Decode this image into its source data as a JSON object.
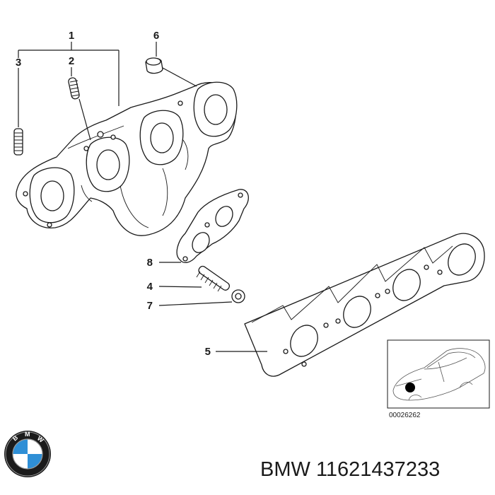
{
  "callouts": [
    "1",
    "2",
    "3",
    "4",
    "5",
    "6",
    "7",
    "8"
  ],
  "inset": {
    "image_number": "00026262"
  },
  "caption": {
    "brand": "BMW",
    "part_number": "11621437233"
  },
  "logo": {
    "letters": "BMW",
    "colors": {
      "ring": "#1b1b1b",
      "blue": "#2f8fd6",
      "white": "#ffffff"
    }
  }
}
